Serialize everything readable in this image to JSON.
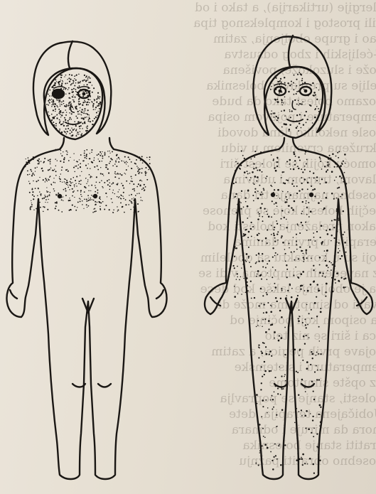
{
  "page": {
    "background": "#e6dfd3",
    "ink": "#1a1714",
    "bleed_lines": [
      "alergije (urtikarija), a tako i od",
      "i/ili prostog i kompleksnog tipa",
      "kao i grupe oboljenja, zatim",
      "T-ćelijskih i zbog odsustva",
      "kože i sluzokože, povišena",
      "ćelije su preplavile bolesnika",
      "pozamo bolest tako da bude",
      "temperature i pojavom osipa",
      "posle nekoliko dana dovodi",
      "okružena crvenilom u vidu",
      "pomoću kojih se bolest širi",
      "glavom, trupom i udovima",
      "posebno najmanje tri dana",
      "dečjih bolesti koje se prenose",
      "nakon prelaženja bolesti kod",
      "Terapija u prvim danima",
      "koji su u kontaktu sa obolelim",
      "Iz navedenih simptoma vidi se",
      "da je oboljenje lakše kod dece",
      "svaki od simptoma može da",
      "sa osipom koji počinje od",
      "lica i širi se niz telo",
      "pojave prvih pegica, a zatim",
      "temperaturu i sistemske",
      "uz opšte simptome",
      "bolesti, stanje se popravlja",
      "Uobičajena terapija, dete",
      "mora da miruje i odmara",
      "pratiti stanje bolesnika",
      "posebno obratiti pažnju"
    ]
  },
  "figures": [
    {
      "id": "left-child",
      "rash": "upper-body"
    },
    {
      "id": "right-child",
      "rash": "whole-body"
    }
  ]
}
